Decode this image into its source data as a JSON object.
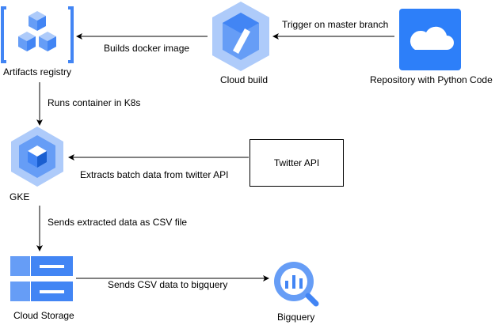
{
  "nodes": {
    "artifacts_registry": {
      "label": "Artifacts registry",
      "icon": "artifact-registry-icon"
    },
    "cloud_build": {
      "label": "Cloud build",
      "icon": "cloud-build-icon"
    },
    "repository": {
      "label": "Repository with Python Code",
      "icon": "cloud-icon"
    },
    "gke": {
      "label": "GKE",
      "icon": "gke-icon"
    },
    "twitter_api": {
      "label": "Twitter API"
    },
    "cloud_storage": {
      "label": "Cloud Storage",
      "icon": "storage-icon"
    },
    "bigquery": {
      "label": "Bigquery",
      "icon": "bigquery-icon"
    }
  },
  "edges": {
    "trigger": "Trigger on master branch",
    "builds": "Builds docker image",
    "runs": "Runs container in K8s",
    "extracts": "Extracts batch data from twitter API",
    "sends_csv": "Sends extracted data as CSV file",
    "to_bigquery": "Sends CSV data to bigquery"
  },
  "colors": {
    "gcp_blue_light": "#aecbfa",
    "gcp_blue": "#669df6",
    "gcp_blue_dark": "#4285f4",
    "repo_blue": "#2d7ff9"
  }
}
